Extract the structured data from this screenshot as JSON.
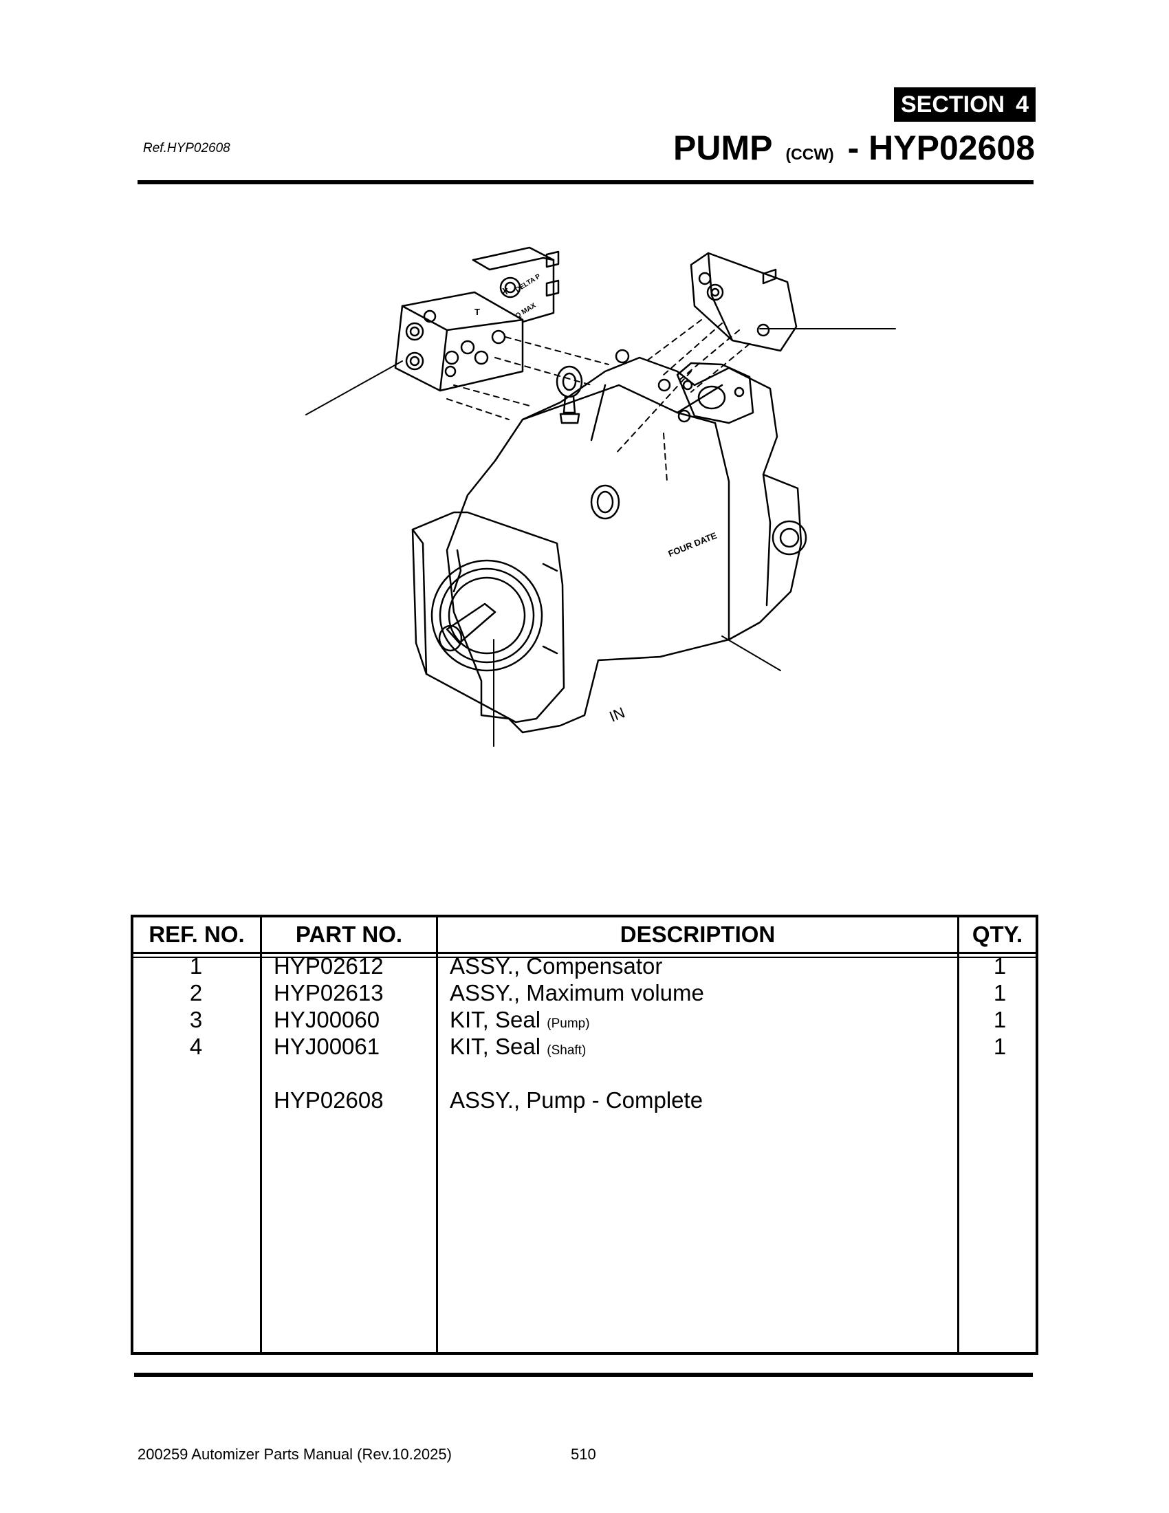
{
  "header": {
    "section_word": "SECTION",
    "section_number": "4",
    "ref": "Ref.HYP02608",
    "title_main": "PUMP",
    "title_sub": "(CCW)",
    "title_suffix": "- HYP02608"
  },
  "diagram": {
    "labels": {
      "delta_p": "DELTA P",
      "q_max": "Q MAX",
      "port_t": "T",
      "port_x": "X",
      "four_date": "FOUR DATE",
      "inlet": "IN"
    }
  },
  "table": {
    "headers": {
      "ref": "REF. NO.",
      "part": "PART NO.",
      "description": "DESCRIPTION",
      "qty": "QTY."
    },
    "rows": [
      {
        "ref": "1",
        "part": "HYP02612",
        "description": "ASSY., Compensator",
        "note": "",
        "qty": "1"
      },
      {
        "ref": "2",
        "part": "HYP02613",
        "description": "ASSY., Maximum volume",
        "note": "",
        "qty": "1"
      },
      {
        "ref": "3",
        "part": "HYJ00060",
        "description": "KIT, Seal",
        "note": "(Pump)",
        "qty": "1"
      },
      {
        "ref": "4",
        "part": "HYJ00061",
        "description": "KIT, Seal",
        "note": "(Shaft)",
        "qty": "1"
      },
      {
        "ref": "",
        "part": "HYP02608",
        "description": "ASSY., Pump - Complete",
        "note": "",
        "qty": ""
      }
    ]
  },
  "footer": {
    "manual": "200259 Automizer Parts Manual (Rev.10.2025)",
    "page": "510"
  }
}
